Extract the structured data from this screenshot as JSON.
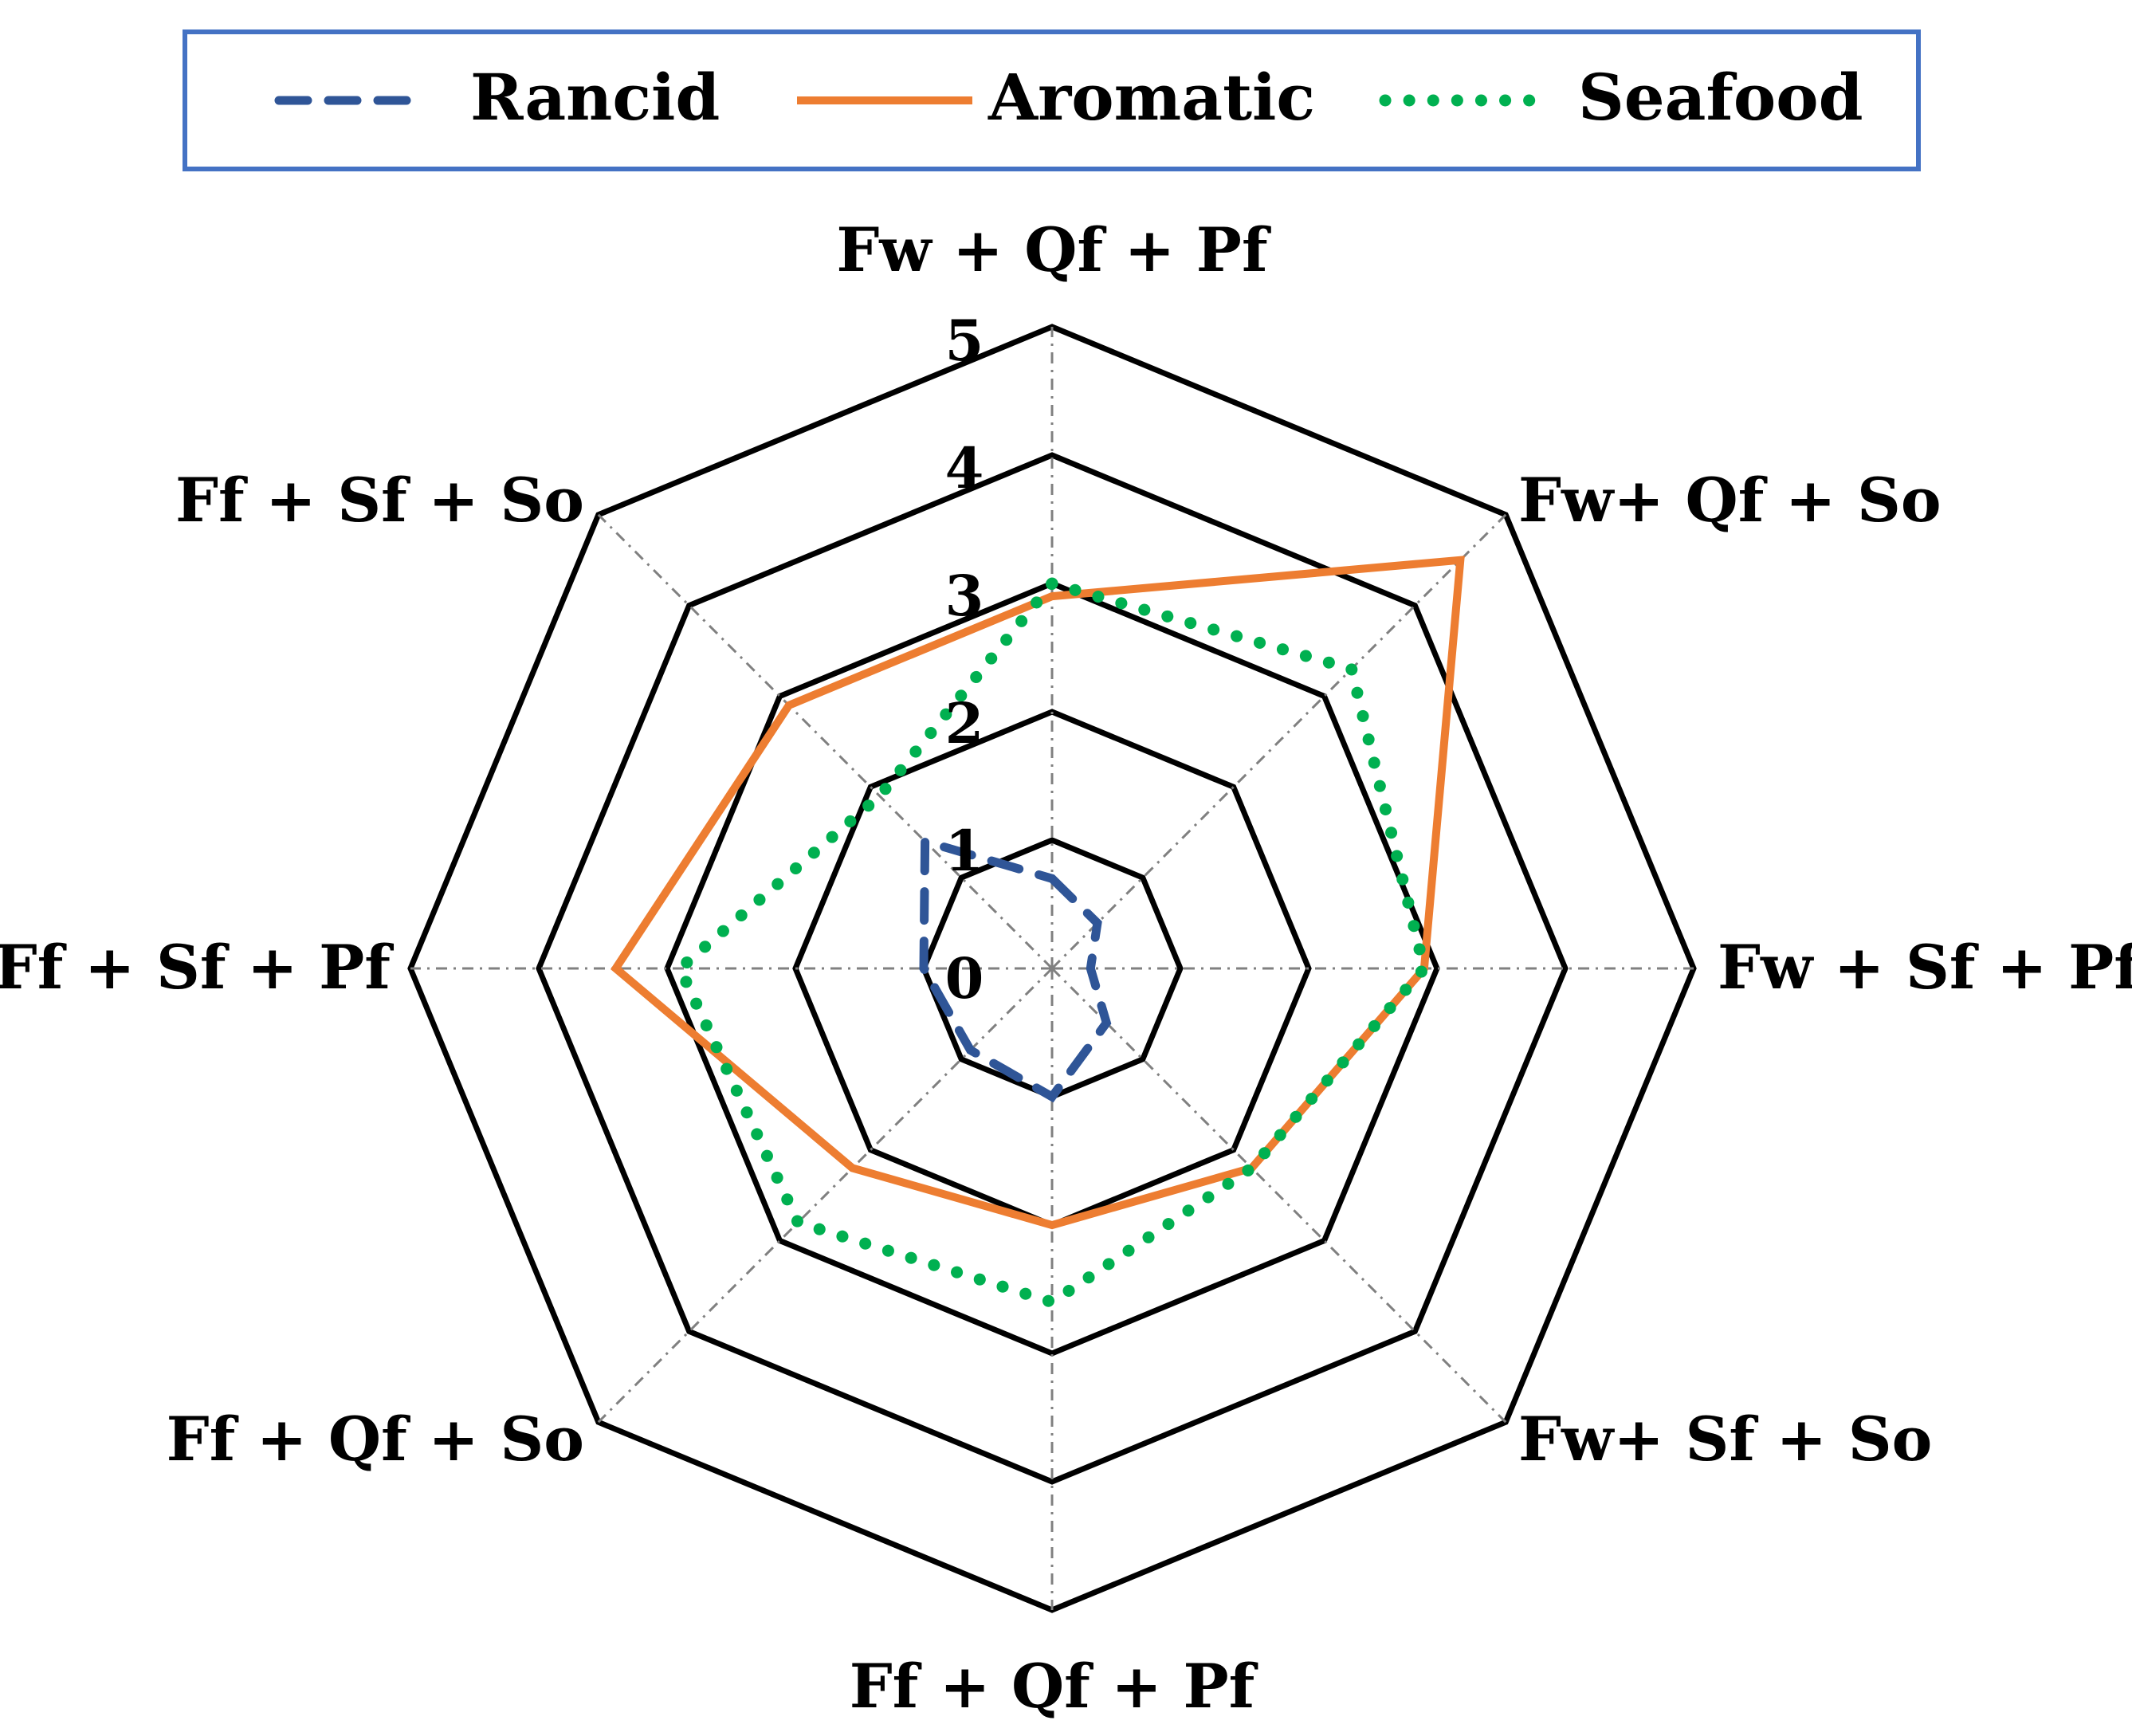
{
  "chart_data": {
    "type": "radar",
    "categories": [
      "Fw + Qf + Pf",
      "Fw+ Qf + So",
      "Fw + Sf + Pf",
      "Fw+ Sf + So",
      "Ff + Qf + Pf",
      "Ff + Qf + So",
      "Ff + Sf + Pf",
      "Ff + Sf + So"
    ],
    "ticks": [
      "0",
      "1",
      "2",
      "3",
      "4",
      "5"
    ],
    "rlim": [
      0,
      5
    ],
    "legend_position": "top",
    "series": [
      {
        "name": "Rancid",
        "values": [
          0.7,
          0.5,
          0.3,
          0.6,
          1.0,
          0.9,
          1.0,
          1.4
        ],
        "color": "#2F5597",
        "style": "dashed"
      },
      {
        "name": "Aromatic",
        "values": [
          2.9,
          4.5,
          2.9,
          2.2,
          2.0,
          2.2,
          3.4,
          2.9
        ],
        "color": "#ED7D31",
        "style": "solid"
      },
      {
        "name": "Seafood",
        "values": [
          3.0,
          3.3,
          2.9,
          2.2,
          2.6,
          2.8,
          2.9,
          1.9
        ],
        "color": "#00B050",
        "style": "dotted"
      }
    ],
    "gridline_color": "#000000",
    "spoke_color": "#808080"
  }
}
